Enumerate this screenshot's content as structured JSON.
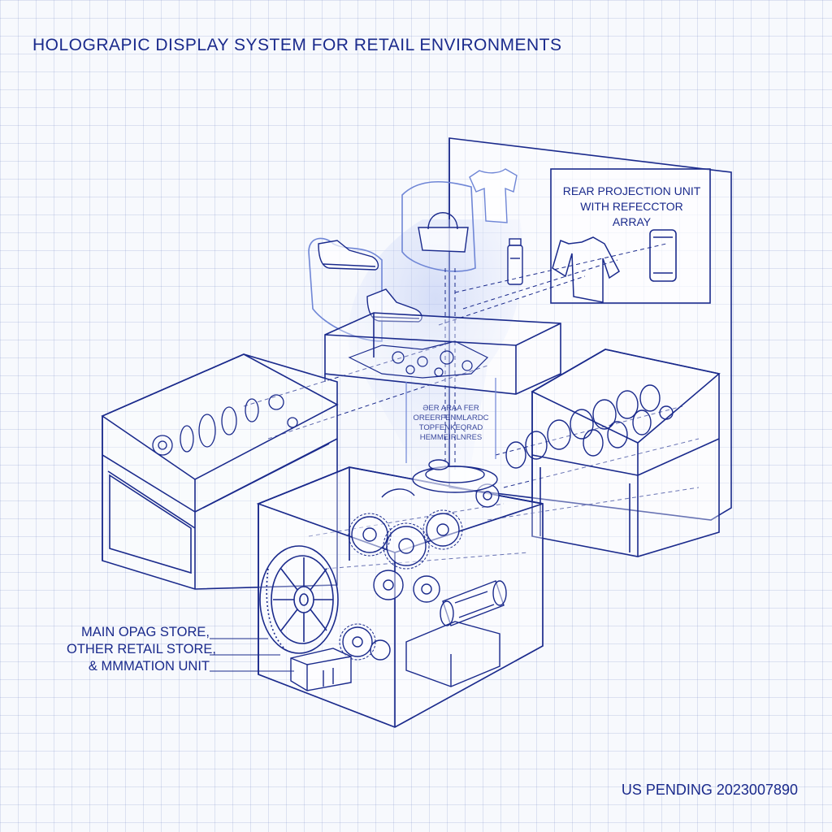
{
  "title": "HOLOGRAPIC DISPLAY SYSTEM FOR RETAIL ENVIRONMENTS",
  "rear_projection": {
    "line1": "REAR PROJECTION UNIT",
    "line2": "WITH REFECCTOR ARRAY"
  },
  "center_label": {
    "line1": "ƏER ARAA FER",
    "line2": "OREERFENMLARDC",
    "line3": "TOPFENKEQRAD",
    "line4": "HEMMEIRLNRES"
  },
  "callout": {
    "line1": "MAIN OPAG STORE,",
    "line2": "OTHER RETAIL STORE,",
    "line3": "& MMMATION UNIT"
  },
  "patent": "US PENDING 2023007890",
  "colors": {
    "ink": "#1a2a8c",
    "light_ink": "#6f86d6",
    "background": "#f7f9fd",
    "grid": "#c7d0ea"
  }
}
